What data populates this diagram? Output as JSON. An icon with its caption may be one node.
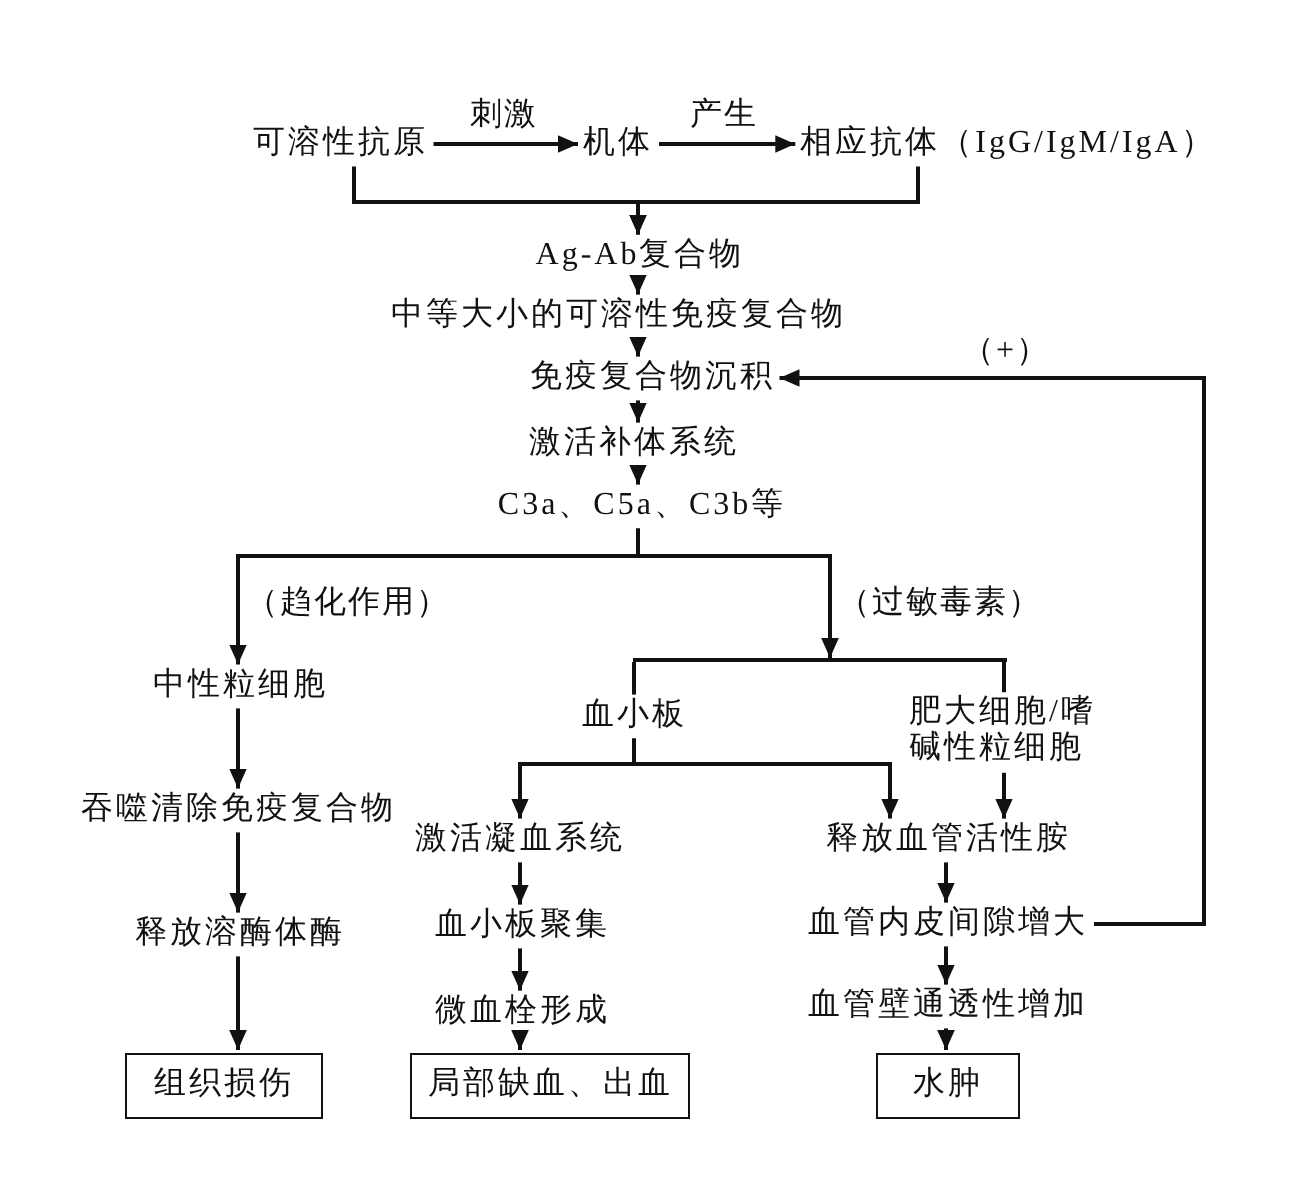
{
  "diagram": {
    "nodes": [
      {
        "text": [
          "可溶性抗原"
        ]
      },
      {
        "text": [
          "机体"
        ]
      },
      {
        "text": [
          "相应抗体（IgG/IgM/IgA）"
        ]
      },
      {
        "text": [
          "Ag-Ab复合物"
        ]
      },
      {
        "text": [
          "中等大小的可溶性免疫复合物"
        ]
      },
      {
        "text": [
          "免疫复合物沉积"
        ]
      },
      {
        "text": [
          "激活补体系统"
        ]
      },
      {
        "text": [
          "C3a、C5a、C3b等"
        ]
      },
      {
        "text": [],
        "shape": "bar"
      },
      {
        "text": [
          "中性粒细胞"
        ]
      },
      {
        "text": [
          "血小板"
        ]
      },
      {
        "text": [
          "肥大细胞/嗜碱性粒细胞"
        ]
      },
      {
        "text": [
          "吞噬清除免疫复合物"
        ]
      },
      {
        "text": [
          "激活凝血系统"
        ]
      },
      {
        "text": [
          "释放血管活性胺"
        ]
      },
      {
        "text": [
          "释放溶酶体酶"
        ]
      },
      {
        "text": [
          "血小板聚集"
        ]
      },
      {
        "text": [
          "血管内皮间隙增大"
        ]
      },
      {
        "text": [
          "微血栓形成"
        ]
      },
      {
        "text": [
          "血管壁通透性增加"
        ]
      },
      {
        "text": [
          "组织损伤"
        ]
      },
      {
        "text": [
          "局部缺血、出血"
        ]
      },
      {
        "text": [
          "水肿"
        ]
      }
    ],
    "edges": [
      {
        "from": 0,
        "to": 1,
        "arrow": "to",
        "label": "刺激"
      },
      {
        "from": 1,
        "to": 2,
        "arrow": "to",
        "label": "产生"
      },
      {
        "from": 0,
        "to": 3,
        "arrow": "to"
      },
      {
        "from": 2,
        "to": 3,
        "arrow": "to"
      },
      {
        "from": 3,
        "to": 4,
        "arrow": "to"
      },
      {
        "from": 4,
        "to": 5,
        "arrow": "to"
      },
      {
        "from": 5,
        "to": 6,
        "arrow": "to"
      },
      {
        "from": 6,
        "to": 7,
        "arrow": "to"
      },
      {
        "from": 7,
        "to": 9,
        "arrow": "to",
        "label": "（趋化作用）"
      },
      {
        "from": 7,
        "to": 8,
        "arrow": "to",
        "label": "（过敏毒素）"
      },
      {
        "from": 8,
        "to": 10,
        "arrow": "none"
      },
      {
        "from": 8,
        "to": 11,
        "arrow": "none"
      },
      {
        "from": 9,
        "to": 12,
        "arrow": "to"
      },
      {
        "from": 12,
        "to": 15,
        "arrow": "to"
      },
      {
        "from": 15,
        "to": 20,
        "arrow": "to"
      },
      {
        "from": 10,
        "to": 13,
        "arrow": "to"
      },
      {
        "from": 10,
        "to": 14,
        "arrow": "to"
      },
      {
        "from": 11,
        "to": 14,
        "arrow": "to"
      },
      {
        "from": 13,
        "to": 16,
        "arrow": "to"
      },
      {
        "from": 16,
        "to": 18,
        "arrow": "to"
      },
      {
        "from": 18,
        "to": 21,
        "arrow": "to"
      },
      {
        "from": 14,
        "to": 17,
        "arrow": "to"
      },
      {
        "from": 17,
        "to": 19,
        "arrow": "to"
      },
      {
        "from": 19,
        "to": 22,
        "arrow": "to"
      },
      {
        "from": 17,
        "to": 5,
        "arrow": "to",
        "label": "（+）"
      }
    ]
  }
}
